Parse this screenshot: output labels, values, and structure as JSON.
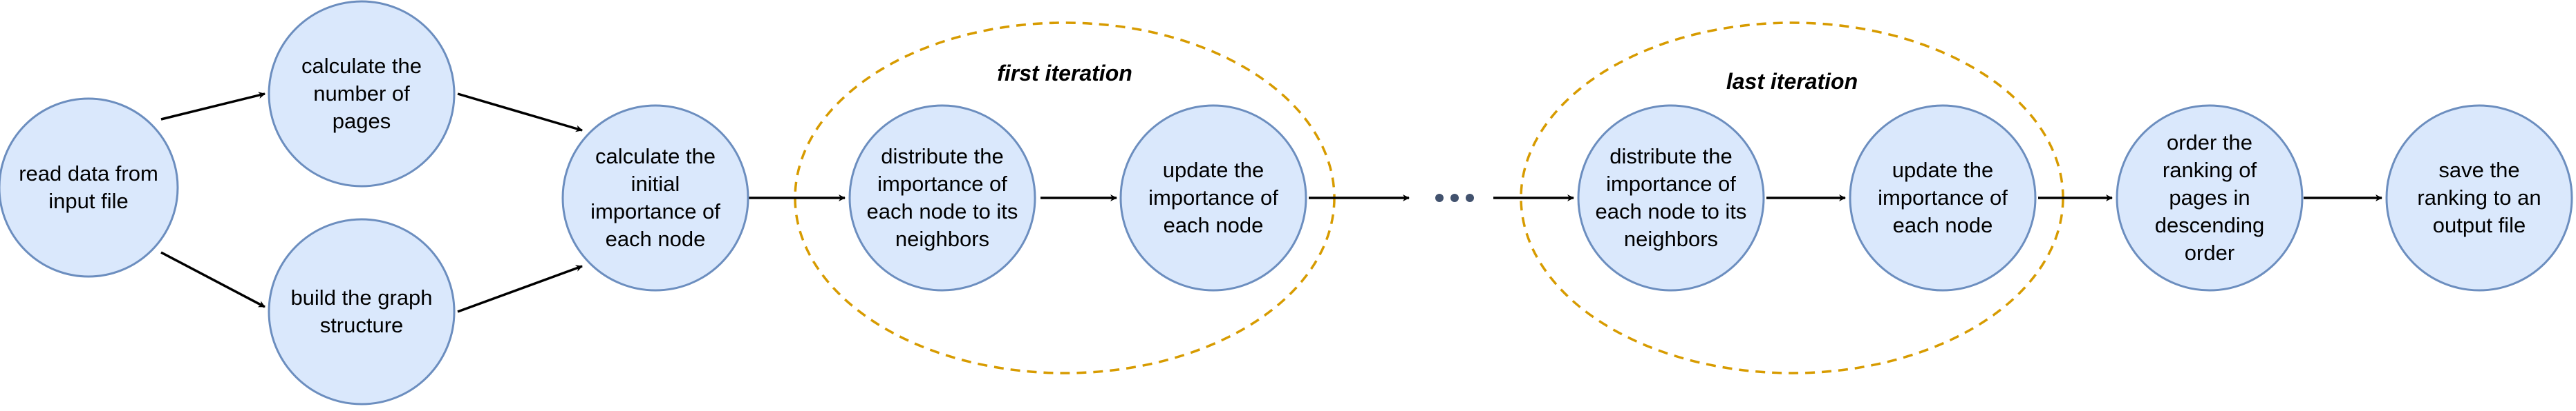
{
  "nodes": {
    "read_data": "read data from\ninput file",
    "calc_pages": "calculate the\nnumber of\npages",
    "build_graph": "build the graph\nstructure",
    "calc_initial": "calculate the\ninitial\nimportance of\neach node",
    "distribute_first": "distribute the\nimportance of\neach node to its\nneighbors",
    "update_first": "update the\nimportance of\neach node",
    "distribute_last": "distribute the\nimportance of\neach node to its\nneighbors",
    "update_last": "update the\nimportance of\neach node",
    "order_ranking": "order the\nranking of\npages in\ndescending\norder",
    "save_ranking": "save the\nranking to an\noutput file"
  },
  "groups": {
    "first": "first iteration",
    "last": "last iteration"
  },
  "colors": {
    "node_fill": "#dae8fc",
    "node_stroke": "#6c8ebf",
    "group_stroke": "#d79b00",
    "edge": "#000000",
    "ellipsis_dots": "#42526e"
  }
}
